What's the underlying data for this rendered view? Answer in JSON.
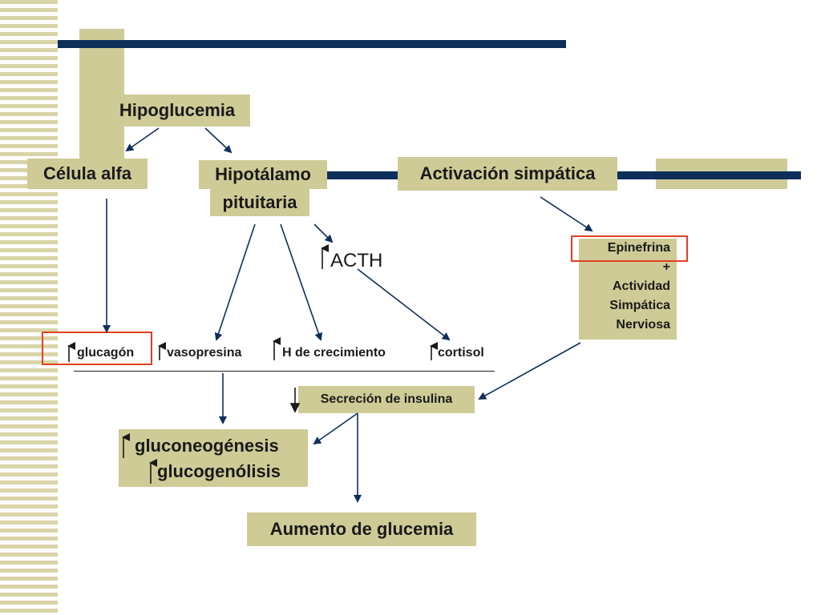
{
  "nodes": {
    "hipoglucemia": "Hipoglucemia",
    "celula_alfa": "Célula alfa",
    "hipotalamo": "Hipotálamo",
    "pituitaria": "pituitaria",
    "activacion": "Activación simpática",
    "acth": "ACTH",
    "epinefrina": "Epinefrina",
    "plus": "+",
    "actividad": "Actividad",
    "simpatica": "Simpática",
    "nerviosa": "Nerviosa",
    "glucagon": "glucagón",
    "vasopresina": "vasopresina",
    "h_crecimiento": "H de crecimiento",
    "cortisol": "cortisol",
    "insulina": "Secreción de insulina",
    "gluconeogenesis": "gluconeogénesis",
    "glucogenolisis": "glucogenólisis",
    "aumento": "Aumento de glucemia"
  },
  "colors": {
    "box_fill": "#cfcb96",
    "navy_bar": "#0d2f5a",
    "highlight_border": "#e0401f",
    "arrow": "#0d2f5a"
  }
}
